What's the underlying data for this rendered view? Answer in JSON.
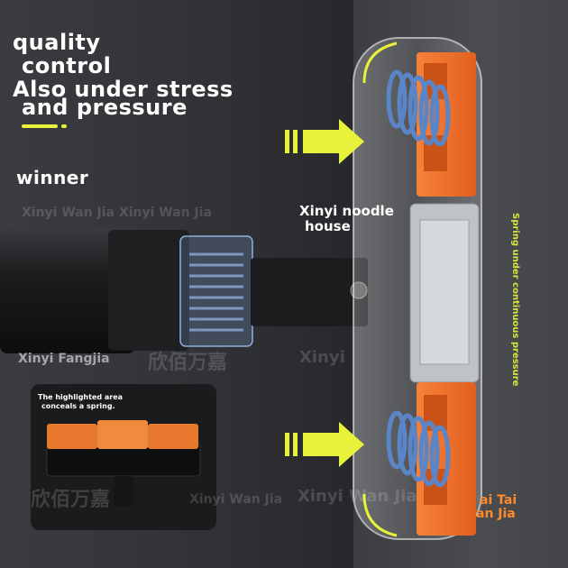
{
  "headline": {
    "line1": "quality",
    "line2": "control",
    "line3": "Also under stress",
    "line4": "and pressure"
  },
  "subheading": "winner",
  "watermarks": {
    "w1": "Xinyi Wan Jia Xinyi Wan Jia",
    "w2": "Xinyi Fangjia",
    "w3": "Xinyi Wan Jia",
    "w4": "Xinyi",
    "w5": "Xinyi Wan Jia",
    "w6": "欣佰万嘉",
    "w7": "欣佰万嘉"
  },
  "callout": {
    "line1": "Xinyi noodle",
    "line2": "house"
  },
  "vertical_label": "Spring under continuous pressure",
  "brand_tag": {
    "line1": "ai Tai",
    "line2": "an Jia"
  },
  "inset": {
    "caption_line1": "The highlighted area",
    "caption_line2": "conceals a spring."
  },
  "colors": {
    "accent_yellow": "#e9f23a",
    "orange": "#f2702a",
    "spring_blue": "#5a86c8",
    "background": "#2c2e31"
  }
}
